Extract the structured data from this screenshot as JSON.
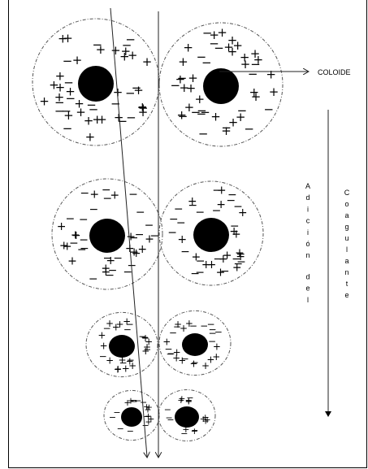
{
  "labels": {
    "colloid": "COLOIDE",
    "addition": [
      "A",
      "d",
      "i",
      "c",
      "i",
      "ó",
      "n",
      "d",
      "e",
      "l"
    ],
    "coagulant": [
      "C",
      "o",
      "a",
      "g",
      "u",
      "l",
      "a",
      "n",
      "t",
      "e"
    ]
  },
  "symbols": {
    "positive": "+",
    "negative": "−"
  }
}
